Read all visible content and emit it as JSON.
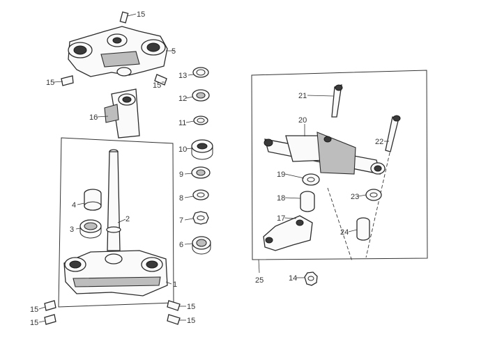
{
  "callouts": {
    "c1": "1",
    "c2": "2",
    "c3": "3",
    "c4": "4",
    "c5": "5",
    "c6": "6",
    "c7": "7",
    "c8": "8",
    "c9": "9",
    "c10": "10",
    "c11": "11",
    "c12": "12",
    "c13": "13",
    "c14": "14",
    "c15": "15",
    "c16": "16",
    "c17": "17",
    "c18": "18",
    "c19": "19",
    "c20": "20",
    "c21": "21",
    "c22": "22",
    "c23": "23",
    "c24": "24",
    "c25": "25"
  },
  "colors": {
    "line": "#2a2a2a",
    "fill": "#fafafa",
    "shade": "#3a3a3a"
  }
}
